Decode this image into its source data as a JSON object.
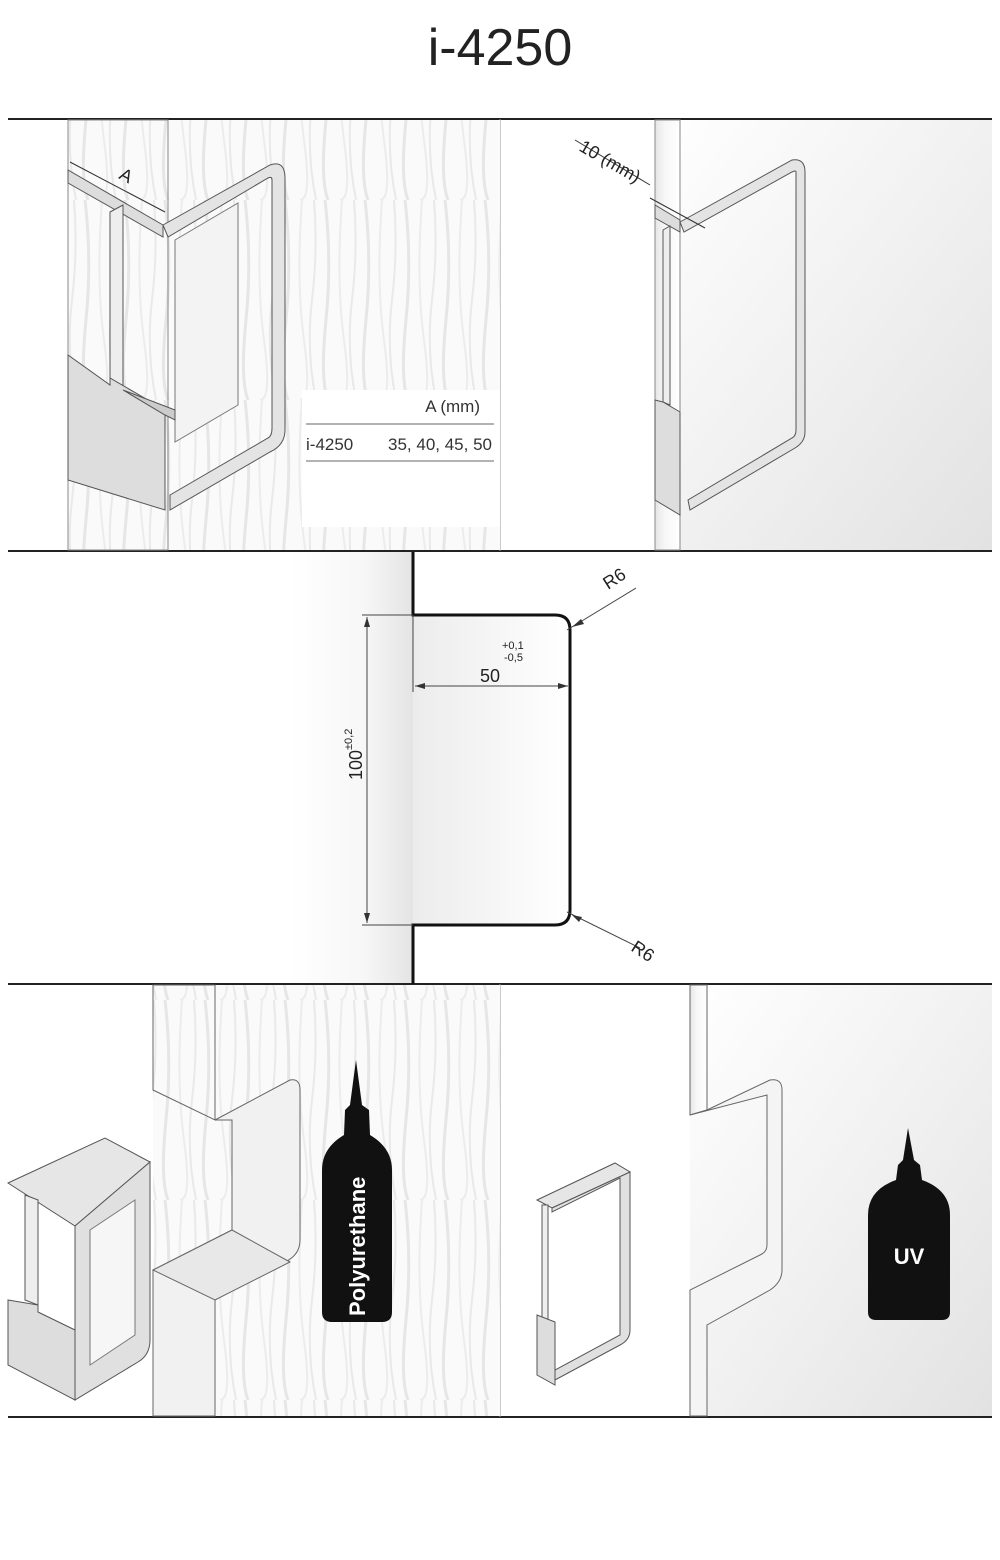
{
  "title": "i-4250",
  "top_left": {
    "dimension_label": "A",
    "table": {
      "header": "A (mm)",
      "rows": [
        {
          "model": "i-4250",
          "values": "35, 40, 45, 50"
        }
      ]
    }
  },
  "top_right": {
    "dimension_label": "10 (mm)"
  },
  "middle": {
    "width_label": "50",
    "width_tol_plus": "+0,1",
    "width_tol_minus": "-0,5",
    "height_label": "100",
    "height_tol": "±0,2",
    "radius_top": "R6",
    "radius_bottom": "R6"
  },
  "bottom_left": {
    "adhesive_label": "Polyurethane"
  },
  "bottom_right": {
    "adhesive_label": "UV"
  }
}
